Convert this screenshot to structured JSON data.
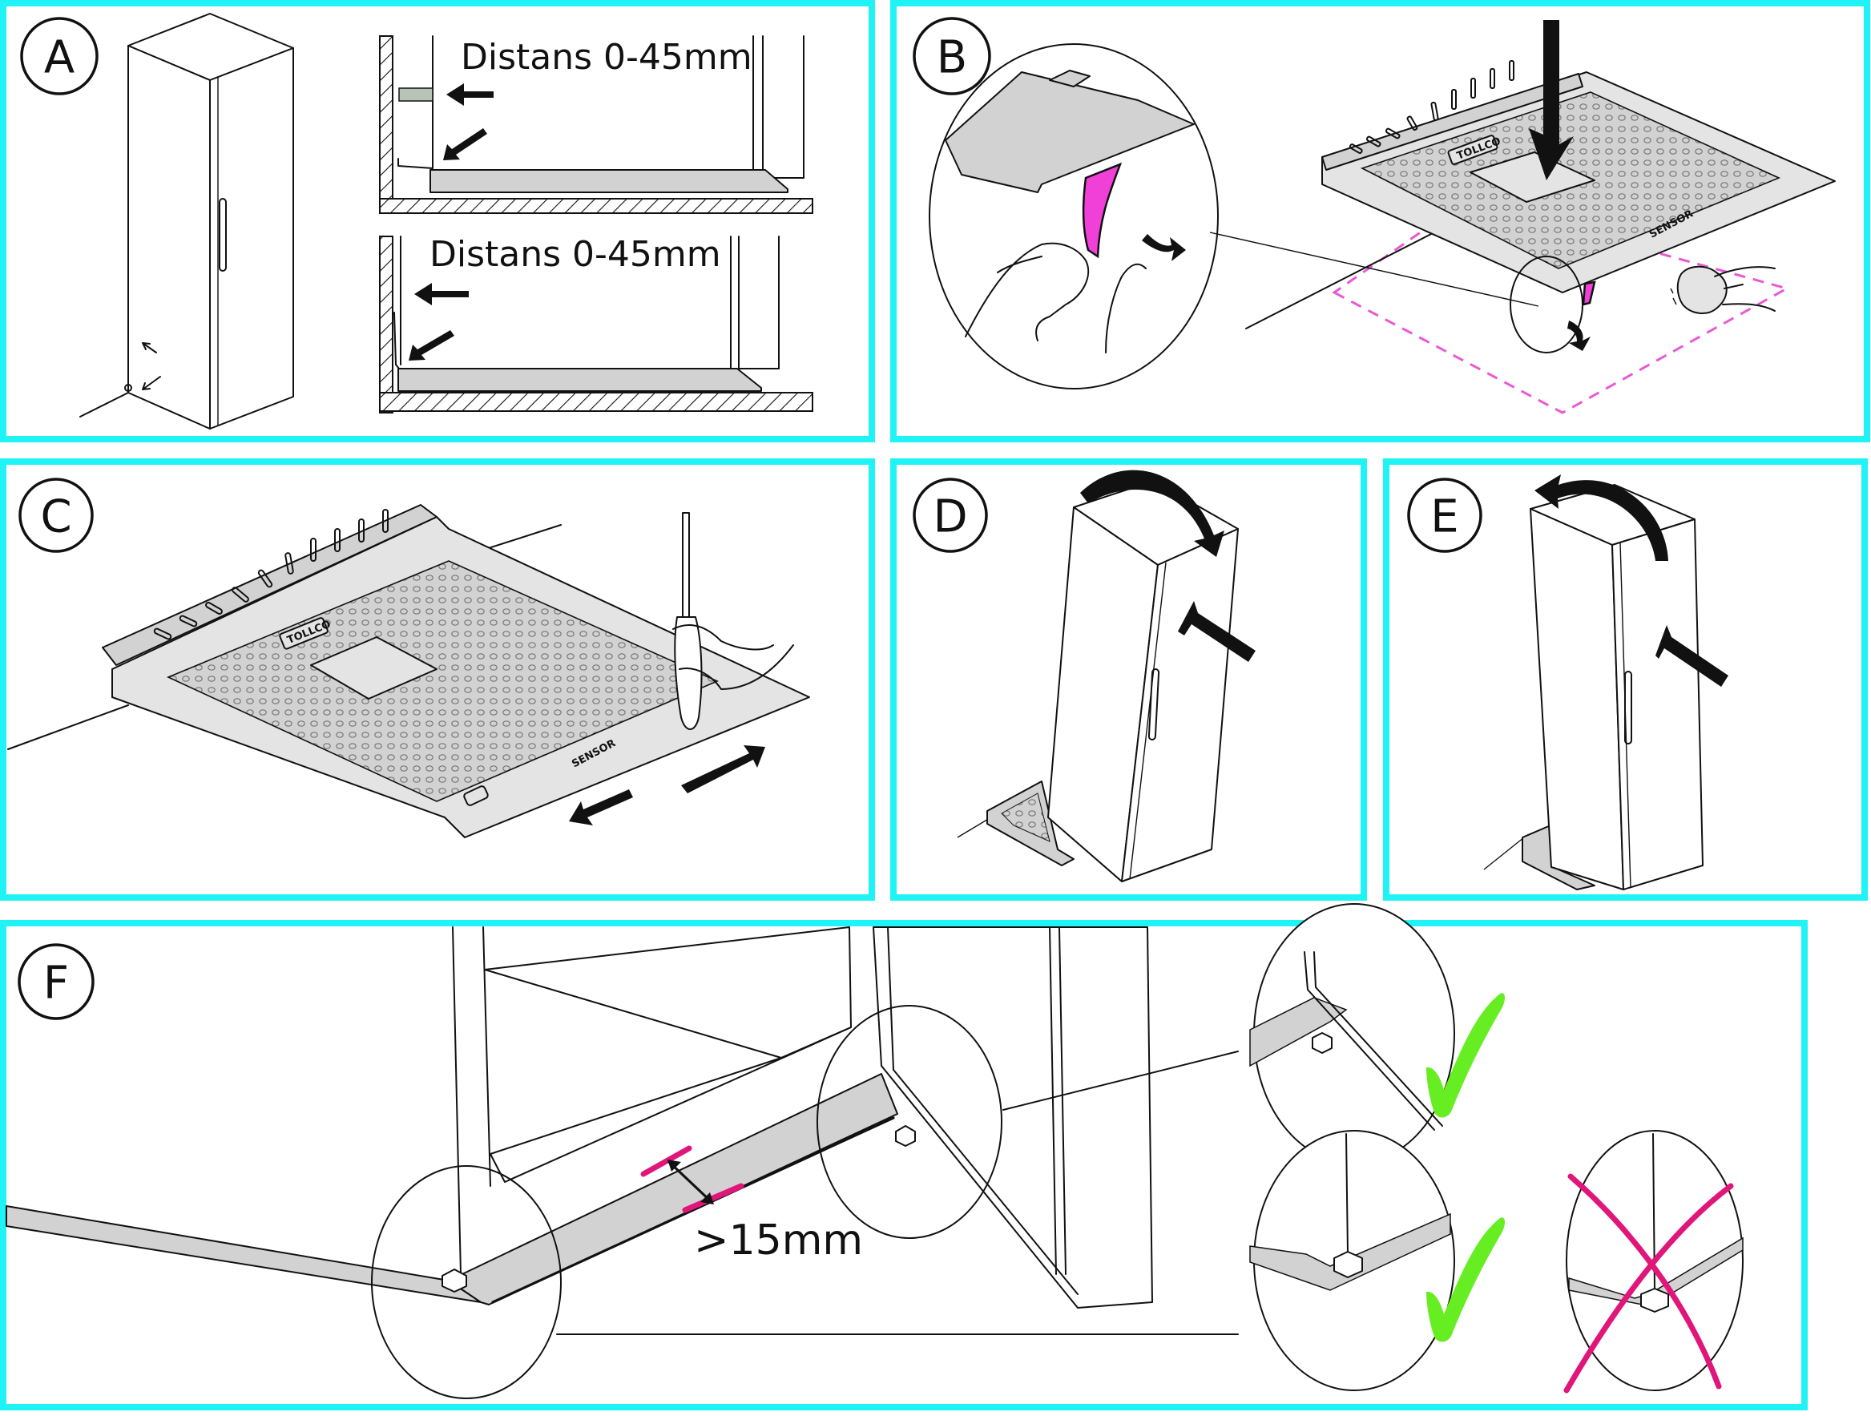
{
  "document": {
    "type": "installation-instructions",
    "subject": "Drip tray / leak sensor tray installation under appliance",
    "colors": {
      "panel_border": "#1ff3f6",
      "tape": "#f040d8",
      "highlight_magenta": "#e0167a",
      "check_green": "#66ee22",
      "tray_gray": "#d2d2d2"
    }
  },
  "panels": [
    {
      "id": "A",
      "label": "A",
      "description": "Distance between wall and appliance",
      "captions": [
        "Distans 0-45mm",
        "Distans 0-45mm"
      ],
      "icons": [
        "left-arrow-icon",
        "diagonal-arrow-icon",
        "hatched-wall",
        "hatched-floor",
        "cabinet"
      ]
    },
    {
      "id": "B",
      "label": "B",
      "description": "Peel off protective tape, wipe floor, press tray down",
      "tray_brand_text": "TOLLCO",
      "tray_sensor_text": "SENSOR",
      "icons": [
        "peel-tape-detail",
        "curved-arrow-icon",
        "down-arrow-icon",
        "cleaning-cloth-hand",
        "dashed-floor-outline"
      ]
    },
    {
      "id": "C",
      "label": "C",
      "description": "Adjust tray with screwdriver, slide in/out",
      "tray_brand_text": "TOLLCO",
      "tray_sensor_text": "SENSOR",
      "icons": [
        "screwdriver-hand",
        "slide-arrows-icon"
      ]
    },
    {
      "id": "D",
      "label": "D",
      "description": "Tilt appliance back onto tray",
      "icons": [
        "rotate-clockwise-arrow-icon",
        "push-arrow-icon",
        "appliance"
      ]
    },
    {
      "id": "E",
      "label": "E",
      "description": "Tilt appliance upright over tray",
      "icons": [
        "rotate-counterclockwise-arrow-icon",
        "push-arrow-icon",
        "appliance"
      ]
    },
    {
      "id": "F",
      "label": "F",
      "description": "Check clearance and foot placement",
      "dimension": ">15mm",
      "checks": [
        {
          "name": "door-clearance-ok",
          "status": "correct"
        },
        {
          "name": "foot-inside-tray-ok",
          "status": "correct"
        },
        {
          "name": "foot-on-tray-edge-wrong",
          "status": "incorrect"
        }
      ]
    }
  ]
}
